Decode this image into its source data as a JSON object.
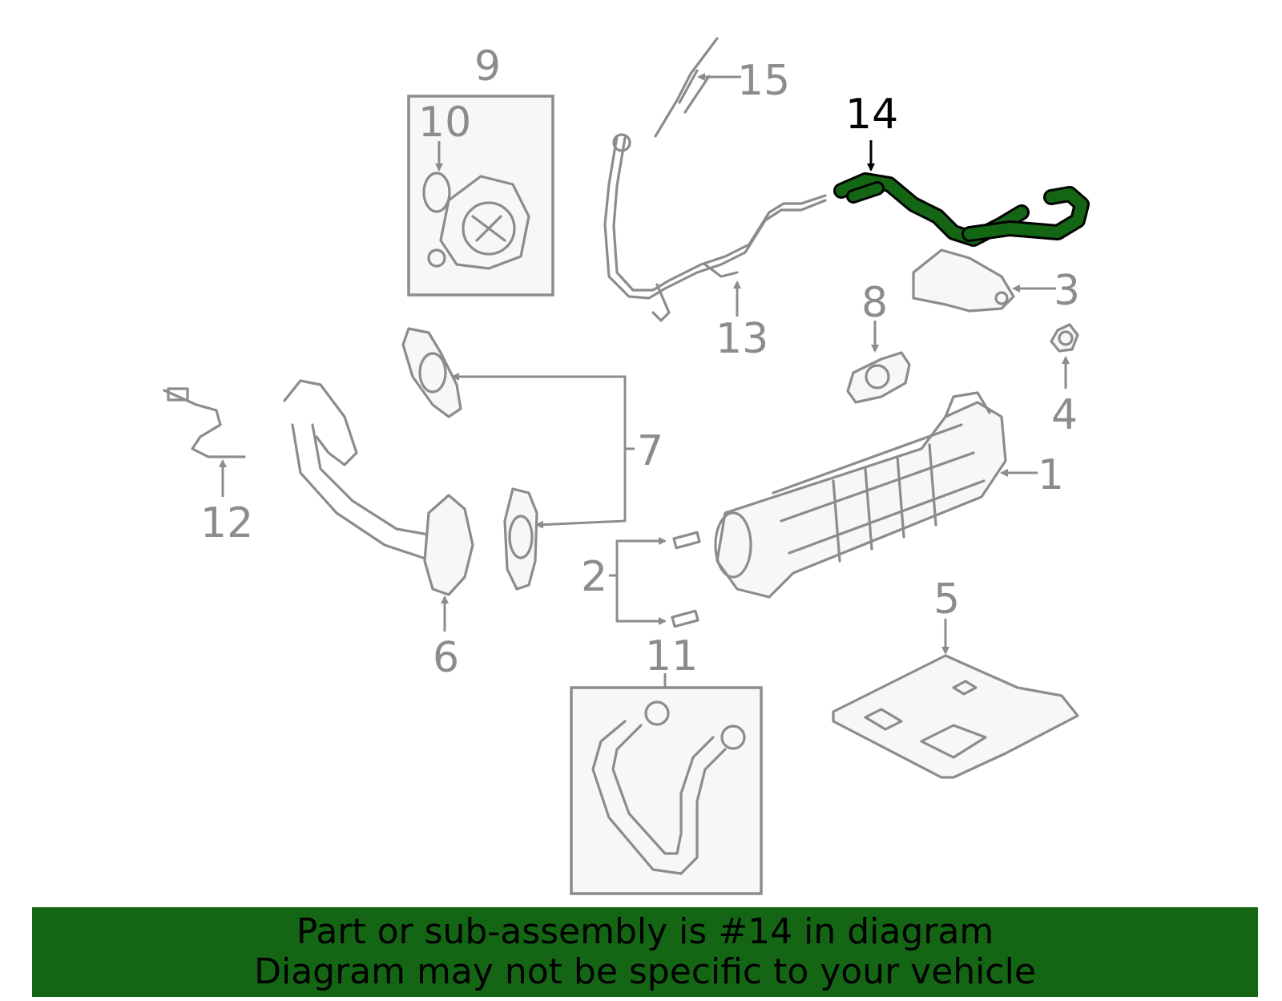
{
  "callouts": {
    "c1": "1",
    "c2": "2",
    "c3": "3",
    "c4": "4",
    "c5": "5",
    "c6": "6",
    "c7": "7",
    "c8": "8",
    "c9": "9",
    "c10": "10",
    "c11": "11",
    "c12": "12",
    "c13": "13",
    "c14": "14",
    "c15": "15"
  },
  "highlight": {
    "part_number": "14",
    "color": "#146614"
  },
  "banner": {
    "line1": "Part or sub-assembly is #14 in diagram",
    "line2": "Diagram may not be specific to your vehicle",
    "background": "#146614"
  }
}
